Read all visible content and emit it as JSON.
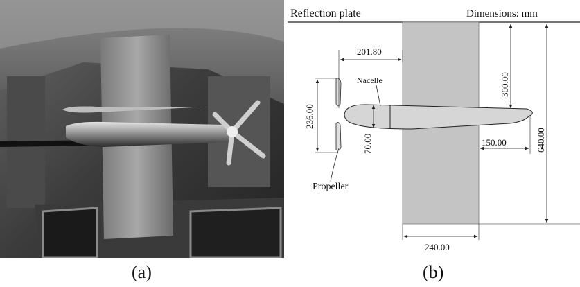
{
  "captions": {
    "a": "(a)",
    "b": "(b)"
  },
  "diagram": {
    "reflection_plate": "Reflection plate",
    "dimensions_note": "Dimensions: mm",
    "nacelle": "Nacelle",
    "propeller": "Propeller",
    "dim_prop_offset": "201.80",
    "dim_prop_diameter": "236.00",
    "dim_nacelle_diameter": "70.00",
    "dim_wing_top": "300.00",
    "dim_total_height": "640.00",
    "dim_nacelle_tail": "150.00",
    "dim_chord": "240.00"
  },
  "colors": {
    "wing": "#c4c4c4",
    "nacelle": "#d6d6d6",
    "line": "#222222"
  }
}
